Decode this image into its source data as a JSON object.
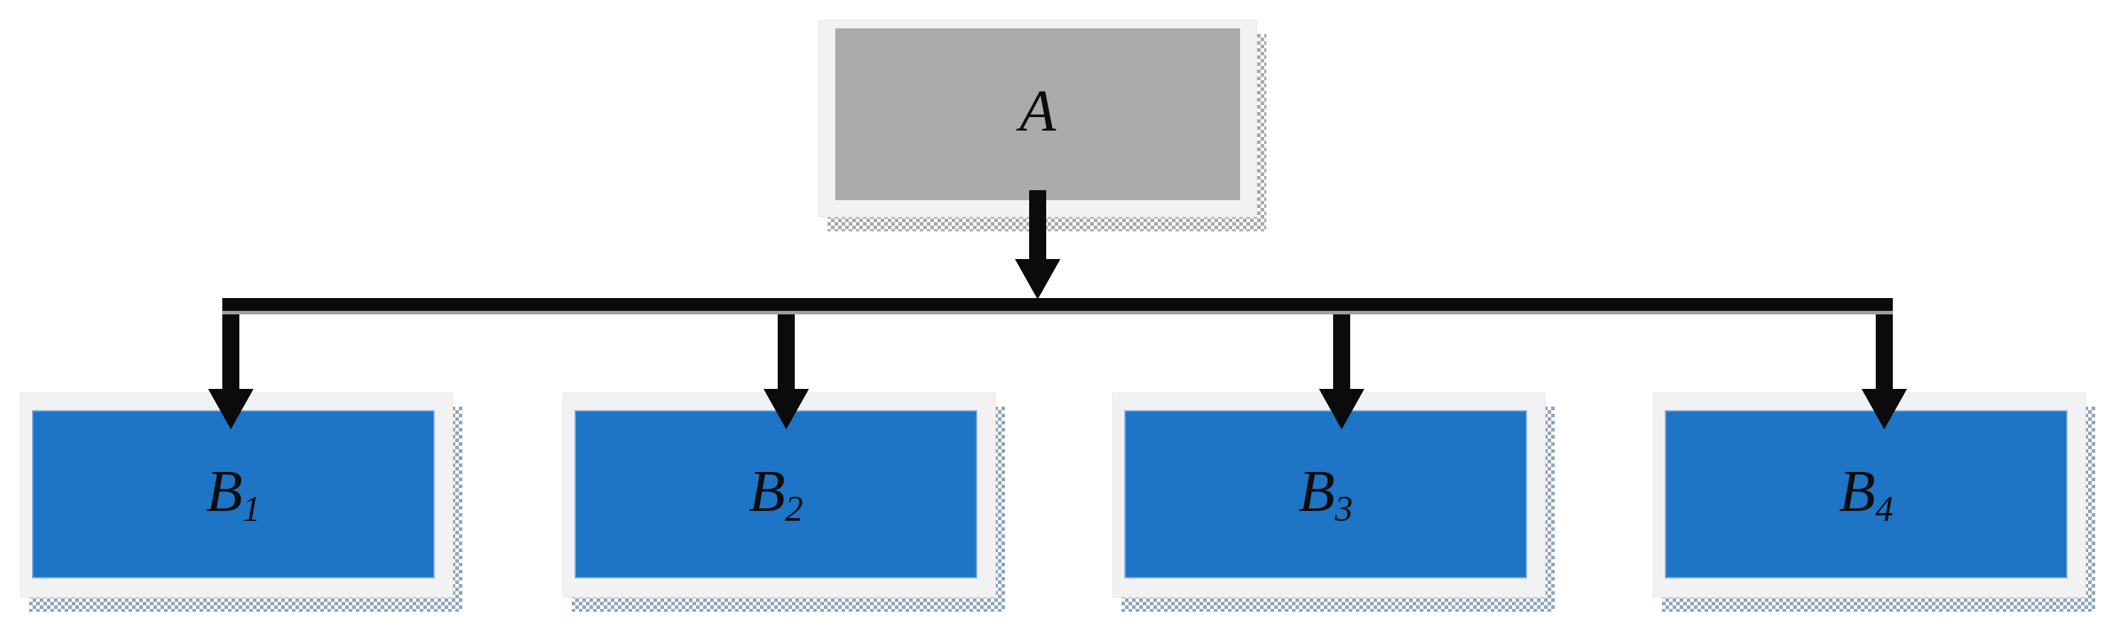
{
  "figure": {
    "type": "tree-diagram",
    "description": "One root node A connected by a branching arrow to four child nodes B1-B4",
    "root": {
      "base": "A",
      "sub": ""
    },
    "children": [
      {
        "base": "B",
        "sub": "1"
      },
      {
        "base": "B",
        "sub": "2"
      },
      {
        "base": "B",
        "sub": "3"
      },
      {
        "base": "B",
        "sub": "4"
      }
    ],
    "edges": [
      {
        "from": "A",
        "to": "B1"
      },
      {
        "from": "A",
        "to": "B2"
      },
      {
        "from": "A",
        "to": "B3"
      },
      {
        "from": "A",
        "to": "B4"
      }
    ],
    "colors": {
      "root-fill": "#ABABAB",
      "child-fill": "#1E74C5",
      "frame": "#F2F2F2",
      "connector": "#0B0B0B",
      "root-shadow": "#A9A9A9",
      "child-shadow": "#8FA5BC"
    }
  }
}
